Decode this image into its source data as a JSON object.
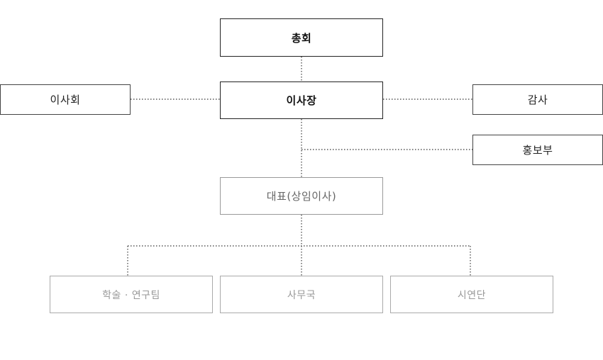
{
  "nodes": {
    "general_assembly": "총회",
    "chairman": "이사장",
    "board": "이사회",
    "auditor": "감사",
    "pr": "홍보부",
    "representative": "대표(상임이사)",
    "academic": "학술 · 연구팀",
    "secretariat": "사무국",
    "performance": "시연단"
  },
  "colors": {
    "connector": "#555555",
    "primary_border": "#222222",
    "secondary_border": "#999999"
  }
}
